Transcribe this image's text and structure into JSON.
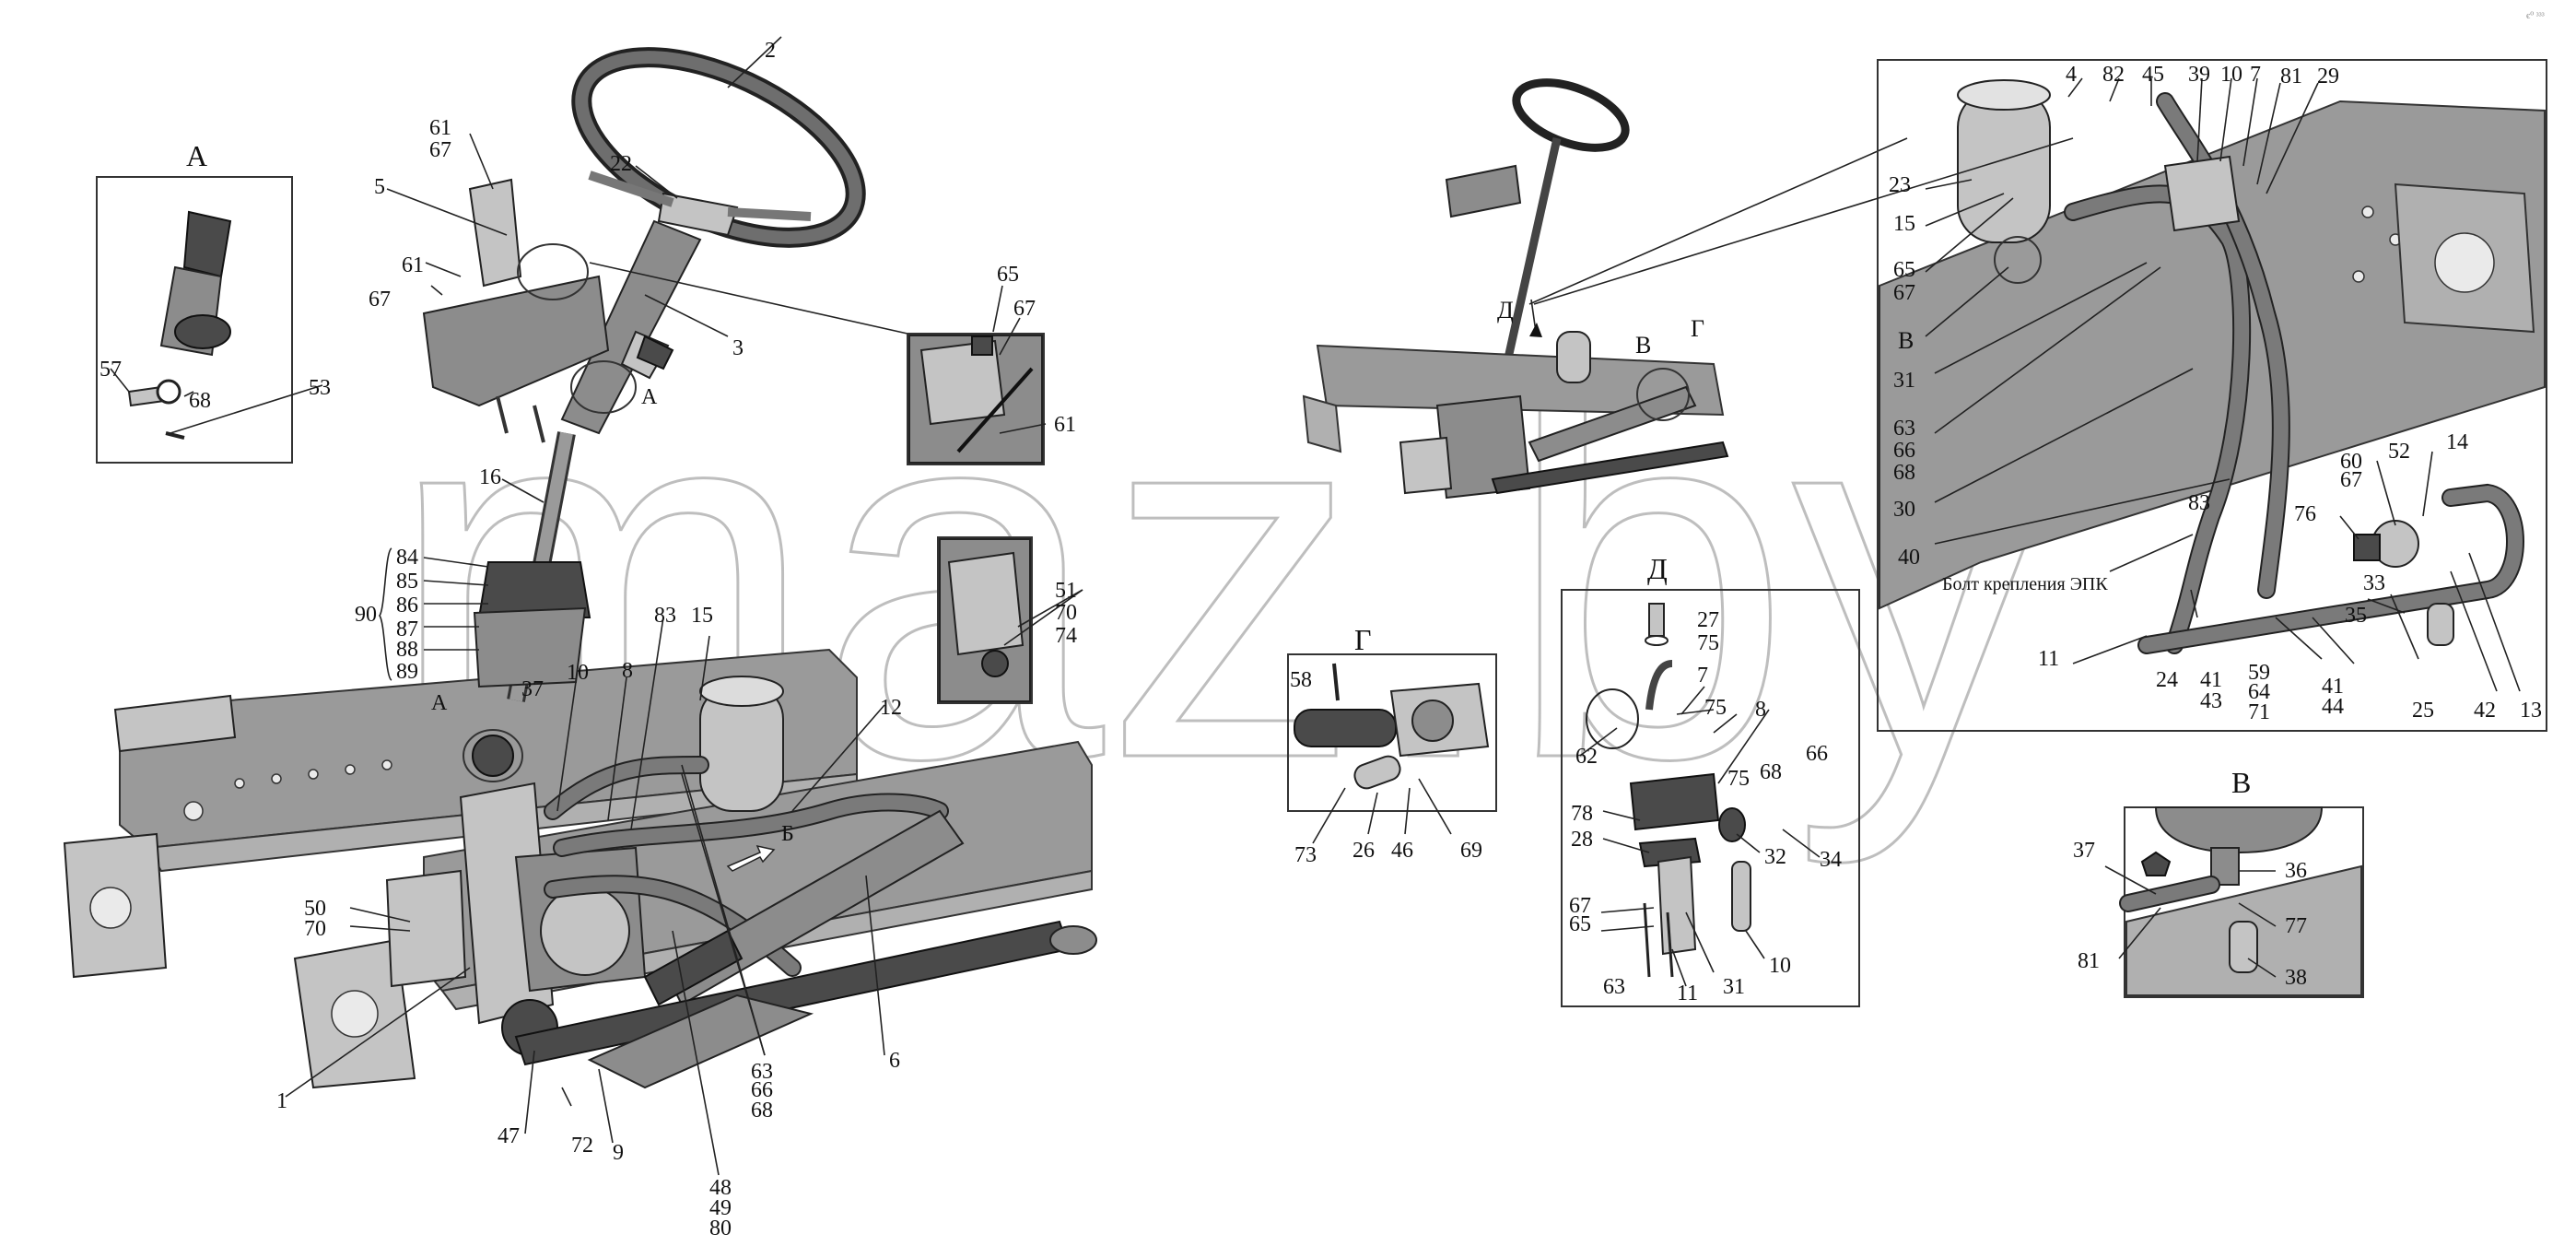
{
  "watermark": "maz.by",
  "corner_mark": "є⁰ ³³³",
  "views": {
    "A": "А",
    "B": "Б",
    "V": "В",
    "G": "Г",
    "D": "Д"
  },
  "epk_label": "Болт крепления ЭПК",
  "labels": {
    "l1": "1",
    "l2": "2",
    "l3": "3",
    "l5": "5",
    "l6": "6",
    "l8": "8",
    "l9": "9",
    "l10": "10",
    "l12": "12",
    "l15": "15",
    "l16": "16",
    "l22": "22",
    "l37": "37",
    "l47": "47",
    "l72": "72",
    "l83": "83",
    "l90": "90",
    "l61a": "61",
    "l67a": "67",
    "l61b": "61",
    "l67b": "67",
    "l65c": "65",
    "l67c": "67",
    "l61c": "61",
    "l57": "57",
    "l68a": "68",
    "l53": "53",
    "l84": "84",
    "l85": "85",
    "l86": "86",
    "l87": "87",
    "l88": "88",
    "l89": "89",
    "l51": "51",
    "l70a": "70",
    "l74": "74",
    "l50": "50",
    "l70b": "70",
    "l63a": "63",
    "l66a": "66",
    "l68b": "68",
    "l48": "48",
    "l49": "49",
    "l80": "80",
    "l58": "58",
    "l73": "73",
    "l26": "26",
    "l46": "46",
    "l69": "69",
    "l27": "27",
    "l75a": "75",
    "l7a": "7",
    "l75b": "75",
    "l8b": "8",
    "l62": "62",
    "l68c": "68",
    "l66b": "66",
    "l75c": "75",
    "l78": "78",
    "l32": "32",
    "l34": "34",
    "l28": "28",
    "l67d": "67",
    "l65d": "65",
    "l63b": "63",
    "l11a": "11",
    "l31a": "31",
    "l10b": "10",
    "l4": "4",
    "l82": "82",
    "l45": "45",
    "l39": "39",
    "l10c": "10",
    "l7b": "7",
    "l81a": "81",
    "l29": "29",
    "l23": "23",
    "l15b": "15",
    "l65b": "65",
    "l67e": "67",
    "l31b": "31",
    "l63c": "63",
    "l66c": "66",
    "l68d": "68",
    "l30": "30",
    "l40": "40",
    "l60": "60",
    "l67f": "67",
    "l52": "52",
    "l14": "14",
    "l83b": "83",
    "l76": "76",
    "l33": "33",
    "l35": "35",
    "l11b": "11",
    "l24": "24",
    "l41a": "41",
    "l43": "43",
    "l59": "59",
    "l64": "64",
    "l71": "71",
    "l41b": "41",
    "l44": "44",
    "l25": "25",
    "l42": "42",
    "l13": "13",
    "l37b": "37",
    "l36": "36",
    "l77": "77",
    "l81b": "81",
    "l38": "38"
  }
}
